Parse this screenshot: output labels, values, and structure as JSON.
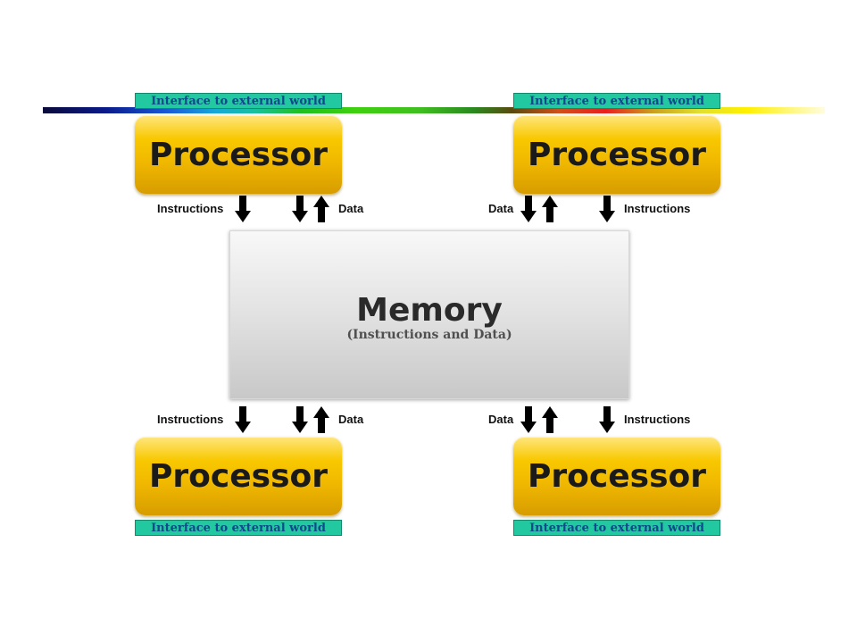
{
  "interface_label": "Interface to external world",
  "processor_label": "Processor",
  "memory": {
    "title": "Memory",
    "subtitle": "(Instructions and Data)"
  },
  "labels": {
    "instructions": "Instructions",
    "data": "Data"
  },
  "colors": {
    "processor": "#f0b800",
    "interface_bg": "#22c9a0",
    "interface_text": "#0f4a8a",
    "memory": "#e4e4e4",
    "arrow": "#000000"
  }
}
